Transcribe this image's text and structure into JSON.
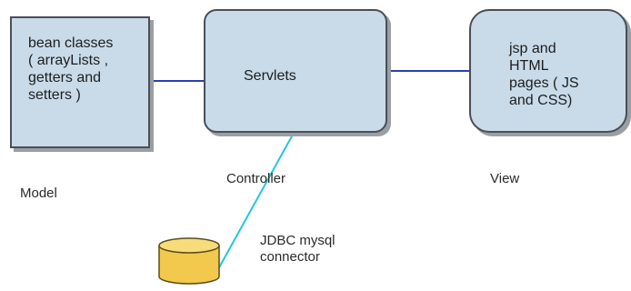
{
  "model": {
    "box_text": "bean classes\n( arrayLists ,\ngetters and\nsetters )",
    "caption": "Model"
  },
  "controller": {
    "box_text": "Servlets",
    "caption": "Controller"
  },
  "view": {
    "box_text": "jsp and\nHTML\npages ( JS\nand CSS)",
    "caption": "View"
  },
  "database": {
    "caption": "JDBC mysql\nconnector"
  },
  "colors": {
    "box_fill": "#c9dbe9",
    "box_border": "#4a4f55",
    "box_shadow": "#9a9fa4",
    "model_link": "#2b3fb0",
    "view_link": "#2b3fb0",
    "db_link": "#23c6d8",
    "cylinder_fill": "#f2c94c",
    "cylinder_top": "#f7dc7c",
    "cylinder_border": "#5b4a1a"
  }
}
